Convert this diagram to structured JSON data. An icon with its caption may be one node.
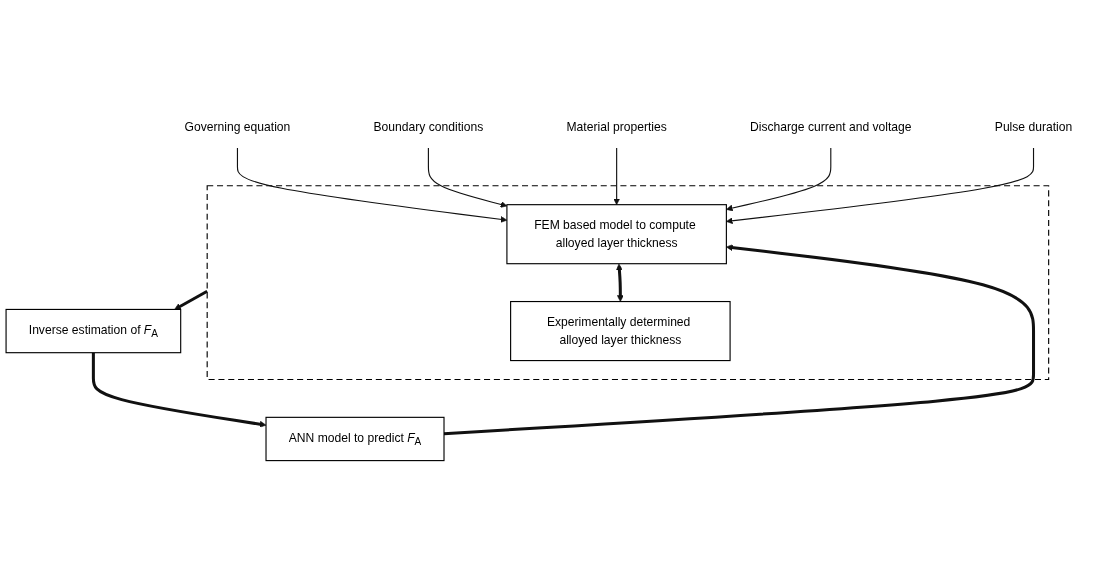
{
  "diagram": {
    "nodes": [
      {
        "text": [
          "Governing equation"
        ]
      },
      {
        "text": [
          "Boundary conditions"
        ]
      },
      {
        "text": [
          "Material properties"
        ]
      },
      {
        "text": [
          "Discharge current and voltage"
        ]
      },
      {
        "text": [
          "Pulse duration"
        ]
      },
      {
        "text": [],
        "shape": "box"
      },
      {
        "text": [
          "FEM based model to compute alloyed layer thickness"
        ],
        "in": 5
      },
      {
        "text": [
          "Experimentally determined alloyed layer thickness"
        ],
        "in": 5
      },
      {
        "text": [
          "Inverse estimation of *F*$_{A}$"
        ]
      },
      {
        "text": [
          "ANN model to predict *F*$_{A}$"
        ]
      }
    ],
    "edges": [
      {
        "from": 0,
        "to": 6,
        "arrow": "to"
      },
      {
        "from": 1,
        "to": 6,
        "arrow": "to"
      },
      {
        "from": 2,
        "to": 6,
        "arrow": "to"
      },
      {
        "from": 3,
        "to": 6,
        "arrow": "to"
      },
      {
        "from": 4,
        "to": 6,
        "arrow": "to"
      },
      {
        "from": 6,
        "to": 7,
        "arrow": "both",
        "style": "thick"
      },
      {
        "from": 5,
        "to": 8,
        "arrow": "to",
        "style": "thick"
      },
      {
        "from": 8,
        "to": 9,
        "arrow": "to",
        "style": "thick"
      },
      {
        "from": 9,
        "to": 6,
        "arrow": "to",
        "style": "thick"
      }
    ]
  }
}
